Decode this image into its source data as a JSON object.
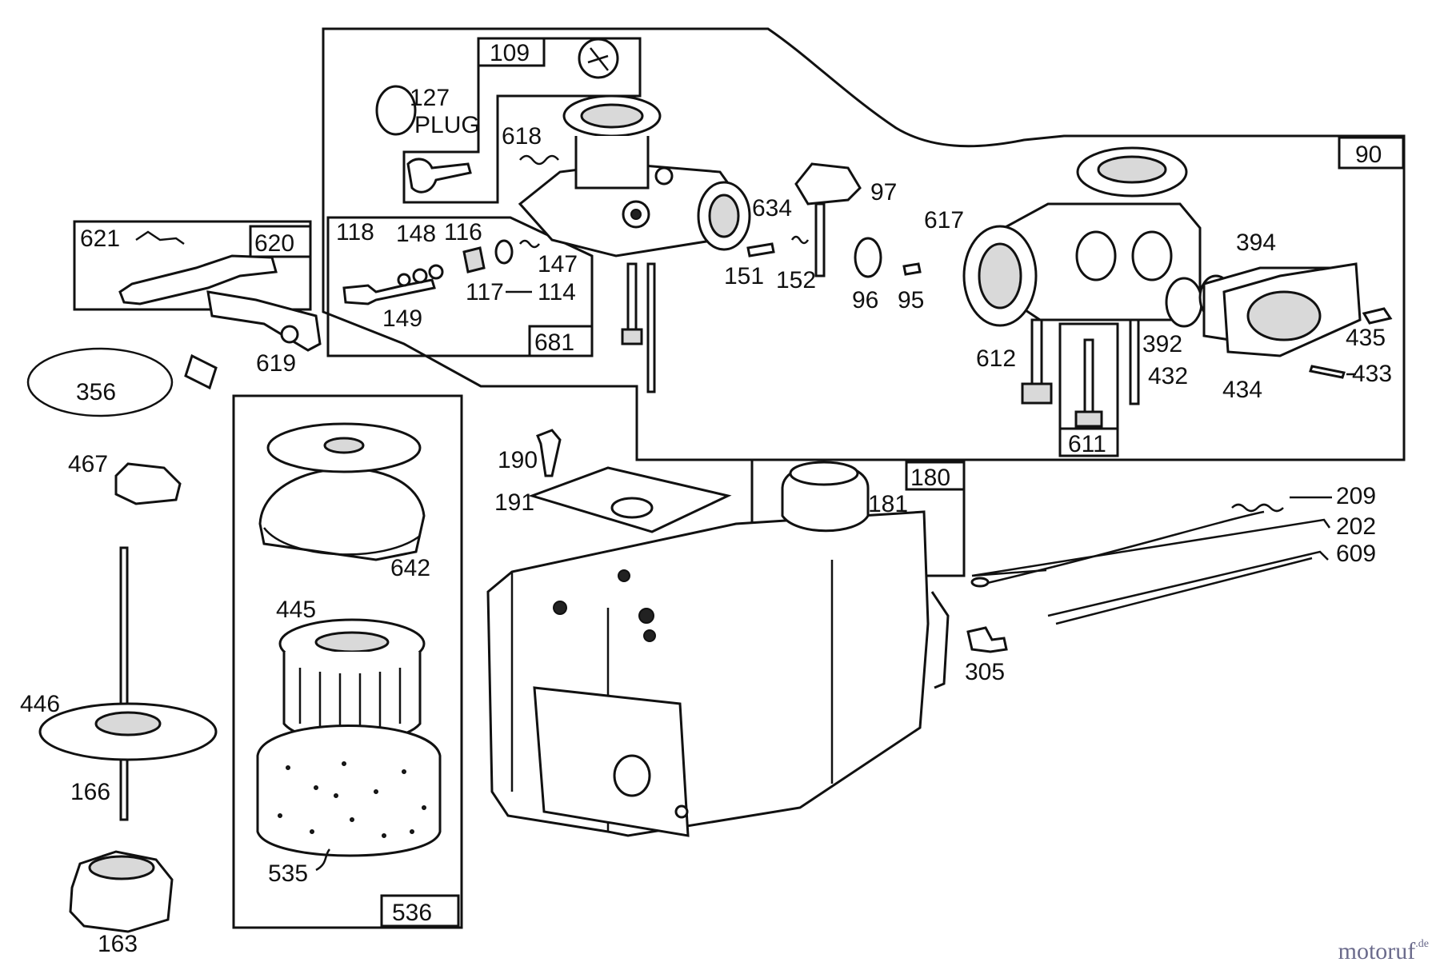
{
  "diagram": {
    "group_labels": {
      "g109": "109",
      "g90": "90",
      "g620": "620",
      "g681": "681",
      "g611": "611",
      "g180": "180",
      "g536": "536"
    },
    "plug_label": "PLUG",
    "part_labels": {
      "p127": "127",
      "p618": "618",
      "p97": "97",
      "p634": "634",
      "p617": "617",
      "p394": "394",
      "p621": "621",
      "p118": "118",
      "p148": "148",
      "p116": "116",
      "p147": "147",
      "p117": "117",
      "p114": "114",
      "p149": "149",
      "p151": "151",
      "p152": "152",
      "p96": "96",
      "p95": "95",
      "p612": "612",
      "p392": "392",
      "p432": "432",
      "p434": "434",
      "p435": "435",
      "p433": "433",
      "p619": "619",
      "p356": "356",
      "p467": "467",
      "p190": "190",
      "p191": "191",
      "p181": "181",
      "p209": "209",
      "p202": "202",
      "p609": "609",
      "p642": "642",
      "p445": "445",
      "p446": "446",
      "p166": "166",
      "p305": "305",
      "p535": "535",
      "p163": "163"
    }
  },
  "watermark": {
    "text": "motoruf",
    "suffix": ".de",
    "color": "#6b6b8c"
  }
}
